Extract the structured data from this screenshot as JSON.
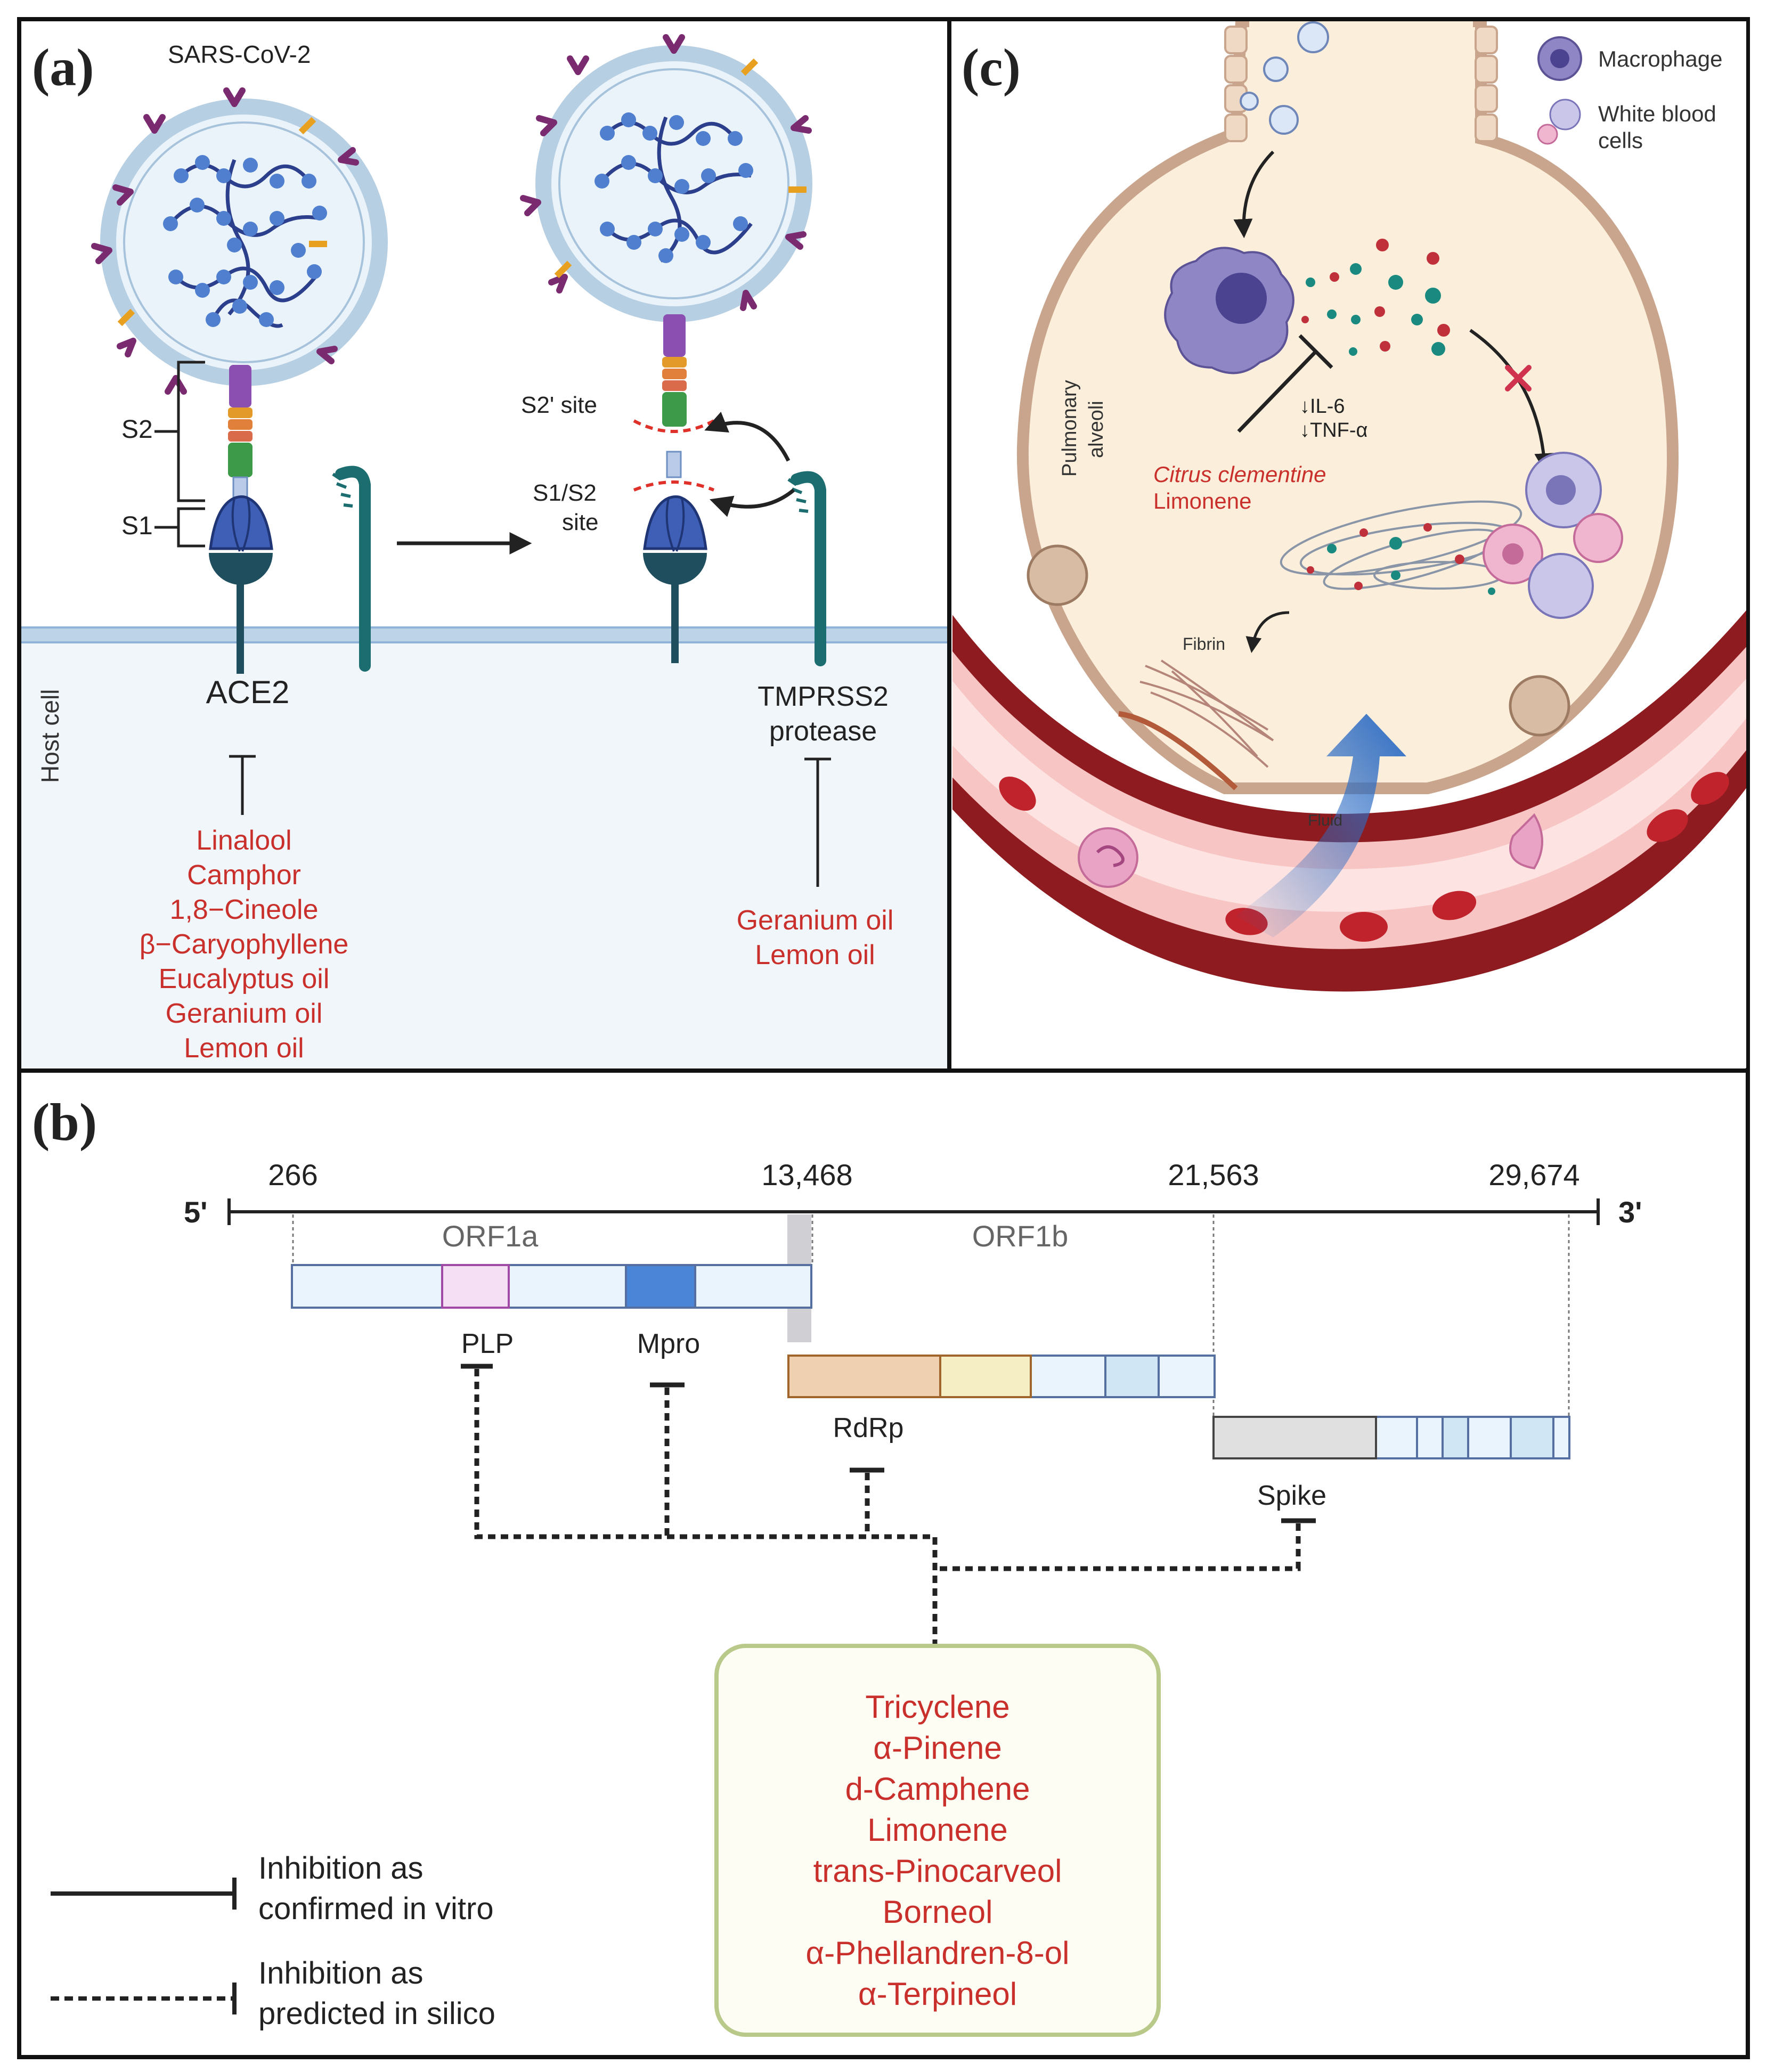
{
  "panel_a": {
    "letter": "(a)",
    "virus_label": "SARS-CoV-2",
    "s2_label": "S2",
    "s1_label": "S1",
    "s2prime_label": "S2' site",
    "s1s2_label_1": "S1/S2",
    "s1s2_label_2": "site",
    "host_cell_label": "Host cell",
    "ace2_label": "ACE2",
    "tmprss2_label_1": "TMPRSS2",
    "tmprss2_label_2": "protease",
    "ace2_inhibitors": [
      "Linalool",
      "Camphor",
      "1,8−Cineole",
      "β−Caryophyllene",
      "Eucalyptus oil",
      "Geranium oil",
      "Lemon oil"
    ],
    "tmprss2_inhibitors": [
      "Geranium oil",
      "Lemon oil"
    ]
  },
  "panel_b": {
    "letter": "(b)",
    "five_prime": "5'",
    "three_prime": "3'",
    "positions": [
      "266",
      "13,468",
      "21,563",
      "29,674"
    ],
    "orf1a_label": "ORF1a",
    "orf1b_label": "ORF1b",
    "targets": {
      "plp": "PLP",
      "mpro": "Mpro",
      "rdrp": "RdRp",
      "spike": "Spike"
    },
    "compounds": [
      "Tricyclene",
      "α-Pinene",
      "d-Camphene",
      "Limonene",
      "trans-Pinocarveol",
      "Borneol",
      "α-Phellandren-8-ol",
      "α-Terpineol"
    ],
    "legend": {
      "solid_1": "Inhibition as",
      "solid_2": "confirmed in vitro",
      "dashed_1": "Inhibition as",
      "dashed_2": "predicted in silico"
    }
  },
  "panel_c": {
    "letter": "(c)",
    "legend_macrophage": "Macrophage",
    "legend_wbc_1": "White blood",
    "legend_wbc_2": "cells",
    "alveoli_1": "Pulmonary",
    "alveoli_2": "alveoli",
    "il6": "↓IL-6",
    "tnf": "↓TNF-α",
    "citrus": "Citrus clementine",
    "limonene": "Limonene",
    "fibrin": "Fibrin",
    "fluid": "Fluid"
  },
  "colors": {
    "inhibitor_red": "#c9302c",
    "host_cell_bg": "#f1f6fb",
    "compound_box_border": "#b8c98a",
    "compound_box_bg": "#fdfdf4",
    "alveolus_fill": "#fbefdc",
    "vessel_red": "#8e1b1f"
  }
}
